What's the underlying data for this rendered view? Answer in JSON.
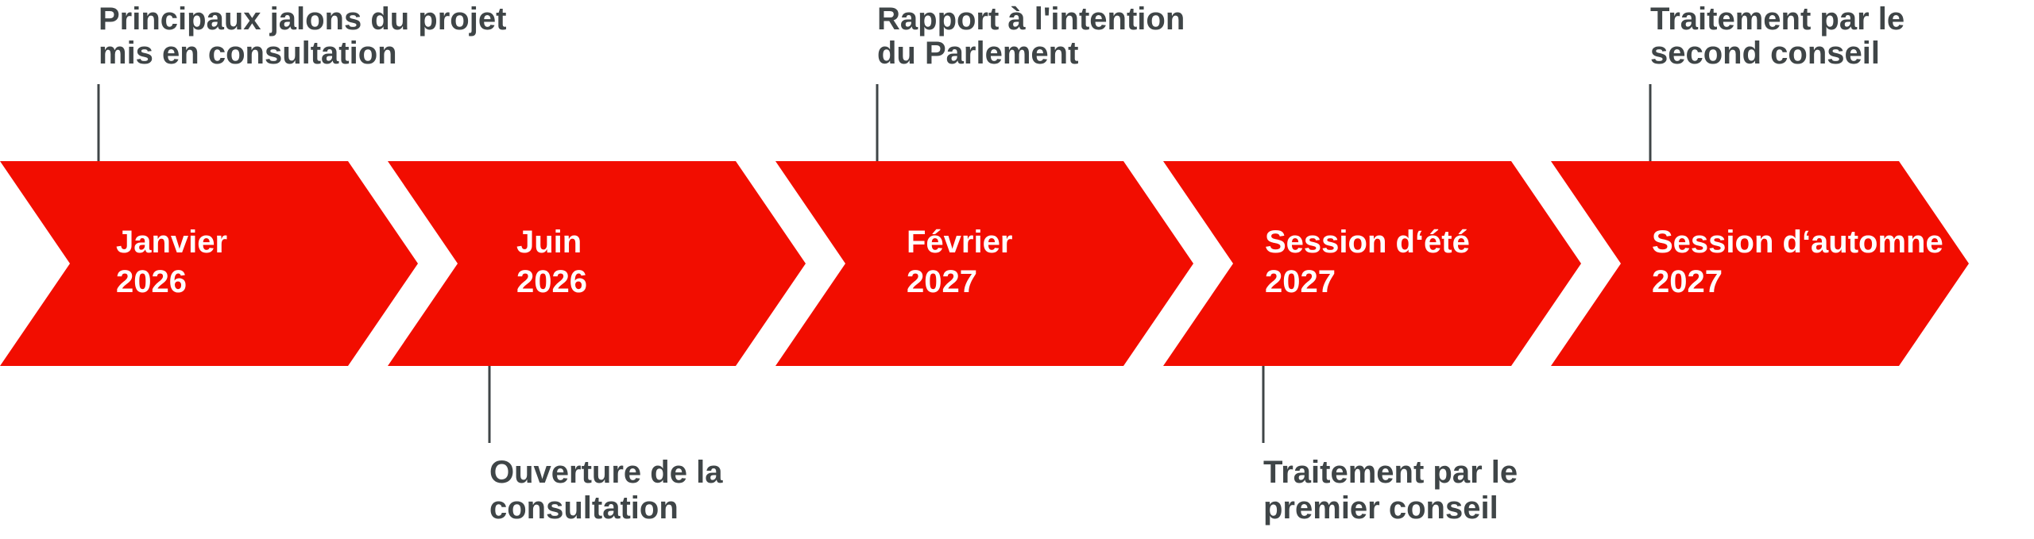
{
  "colors": {
    "arrow_fill": "#f20d00",
    "stage_text": "#ffffff",
    "milestone_text": "#3f4547",
    "connector": "#3f4547",
    "background": "#ffffff"
  },
  "stages": [
    {
      "line1": "Janvier",
      "line2": "2026"
    },
    {
      "line1": "Juin",
      "line2": "2026"
    },
    {
      "line1": "Février",
      "line2": "2027"
    },
    {
      "line1": "Session d‘été",
      "line2": "2027"
    },
    {
      "line1": "Session d‘automne",
      "line2": "2027"
    }
  ],
  "milestones": [
    {
      "stage": 0,
      "position": "above",
      "lines": [
        "Principaux jalons du projet",
        "mis en consultation"
      ]
    },
    {
      "stage": 1,
      "position": "below",
      "lines": [
        "Ouverture de la",
        "consultation"
      ]
    },
    {
      "stage": 2,
      "position": "above",
      "lines": [
        "Rapport à l'intention",
        "du Parlement"
      ]
    },
    {
      "stage": 3,
      "position": "below",
      "lines": [
        "Traitement par le",
        "premier conseil"
      ]
    },
    {
      "stage": 4,
      "position": "above",
      "lines": [
        "Traitement par le",
        "second conseil"
      ]
    }
  ]
}
